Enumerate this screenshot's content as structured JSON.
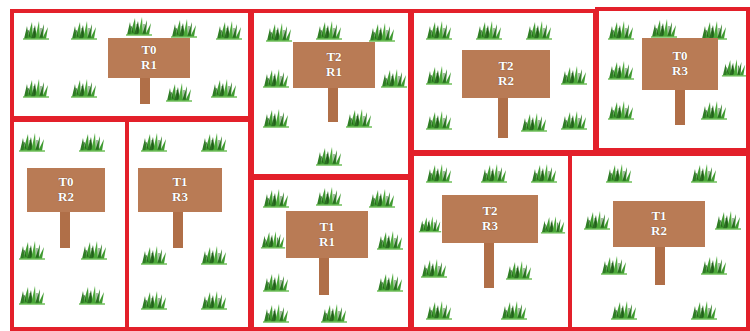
{
  "diagram": {
    "nodes": [
      {
        "text": [
          "T0 R1"
        ]
      },
      {
        "text": [
          "T2 R1"
        ]
      },
      {
        "text": [
          "T2 R2"
        ]
      },
      {
        "text": [
          "T0 R3"
        ]
      },
      {
        "text": [
          "T0 R2"
        ]
      },
      {
        "text": [
          "T1 R3"
        ]
      },
      {
        "text": [
          "T1 R1"
        ]
      },
      {
        "text": [
          "T2 R3"
        ]
      },
      {
        "text": [
          "T1 R2"
        ]
      }
    ]
  }
}
